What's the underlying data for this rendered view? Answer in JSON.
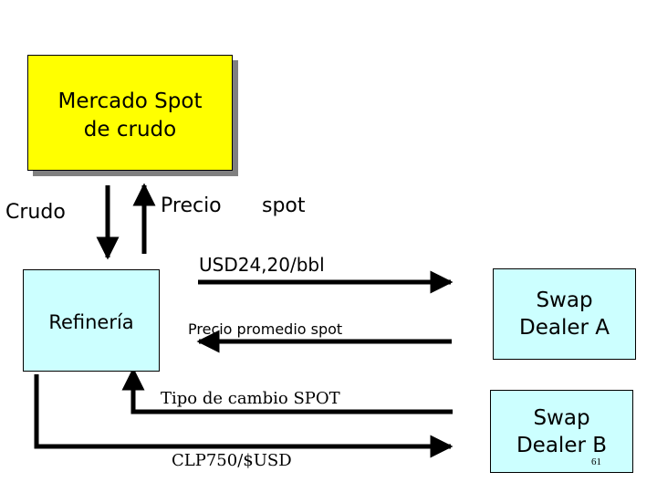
{
  "nodes": {
    "spot_market": {
      "line1": "Mercado Spot",
      "line2": "de crudo"
    },
    "refinery": {
      "label": "Refinería"
    },
    "dealer_a": {
      "line1": "Swap",
      "line2": "Dealer A"
    },
    "dealer_b": {
      "line1": "Swap",
      "line2": "Dealer B"
    }
  },
  "labels": {
    "crudo": "Crudo",
    "precio": "Precio",
    "spot": "spot",
    "fixed_price": "USD24,20/bbl",
    "avg_spot_price": "Precio promedio spot",
    "fx_spot": "Tipo de cambio SPOT",
    "fx_rate": "CLP750/$USD"
  },
  "page_number": "61",
  "colors": {
    "spot_box_fill": "#ffff00",
    "dealer_box_fill": "#ccffff",
    "shadow": "#808080",
    "arrow": "#000000"
  }
}
